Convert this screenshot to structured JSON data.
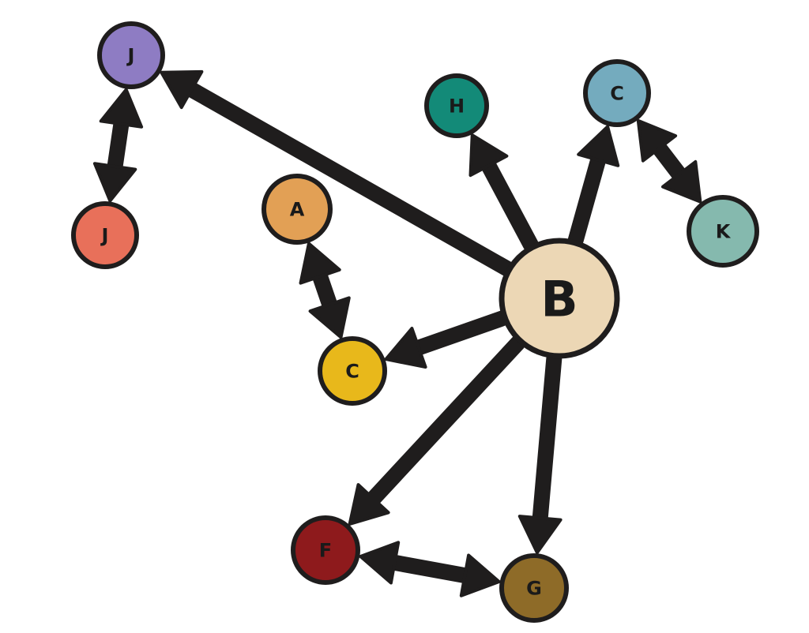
{
  "diagram": {
    "type": "directed-graph",
    "edge_color": "#1f1d1d",
    "node_outline": "#1f1d1d",
    "nodes": [
      {
        "id": "J1",
        "label": "J",
        "color": "#8e7cc3"
      },
      {
        "id": "J2",
        "label": "J",
        "color": "#e8705a"
      },
      {
        "id": "A",
        "label": "A",
        "color": "#e2a055"
      },
      {
        "id": "H",
        "label": "H",
        "color": "#138a78"
      },
      {
        "id": "C1",
        "label": "C",
        "color": "#74abbe"
      },
      {
        "id": "K",
        "label": "K",
        "color": "#85b9ae"
      },
      {
        "id": "B",
        "label": "B",
        "color": "#ecd7b5"
      },
      {
        "id": "C2",
        "label": "C",
        "color": "#e8b81b"
      },
      {
        "id": "F",
        "label": "F",
        "color": "#8e1a1c"
      },
      {
        "id": "G",
        "label": "G",
        "color": "#8e6b28"
      }
    ],
    "edges": [
      {
        "from": "B",
        "to": "J1",
        "direction": "forward"
      },
      {
        "from": "J1",
        "to": "J2",
        "direction": "both"
      },
      {
        "from": "B",
        "to": "H",
        "direction": "forward"
      },
      {
        "from": "B",
        "to": "C1",
        "direction": "forward"
      },
      {
        "from": "C1",
        "to": "K",
        "direction": "both"
      },
      {
        "from": "A",
        "to": "C2",
        "direction": "both"
      },
      {
        "from": "B",
        "to": "C2",
        "direction": "forward"
      },
      {
        "from": "B",
        "to": "F",
        "direction": "forward"
      },
      {
        "from": "B",
        "to": "G",
        "direction": "forward"
      },
      {
        "from": "F",
        "to": "G",
        "direction": "both"
      }
    ]
  }
}
